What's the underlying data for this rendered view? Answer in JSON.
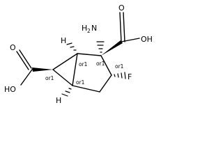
{
  "molecule": {
    "atom_labels": {
      "amine": "H",
      "amine_n": "N",
      "amine_h2": "2",
      "cooh_top": "OH",
      "o_top": "O",
      "fluorine": "F",
      "h_top": "H",
      "h_bottom": "H",
      "o_left": "O",
      "oh_left": "HO"
    },
    "stereo_labels": {
      "c_top": "or1",
      "c_quat": "or1",
      "c_fluoro": "or1",
      "c_left": "or1",
      "c_bottom": "or1"
    }
  }
}
